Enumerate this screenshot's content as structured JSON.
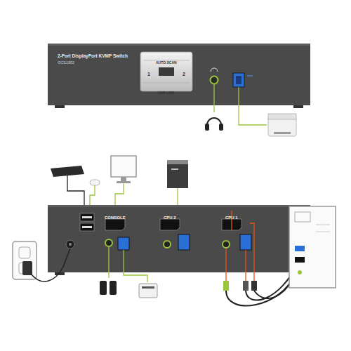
{
  "diagram": {
    "nodes": [
      {
        "text": [
          "2-Port DisplayPort KVMP Switch",
          "GCS1952"
        ]
      },
      {
        "text": [
          "AUTO SCAN",
          "1",
          "2",
          "USB LINK"
        ],
        "in": 0
      },
      {
        "text": [
          "CONSOLE",
          "CPU 2",
          "CPU 1"
        ]
      }
    ]
  }
}
